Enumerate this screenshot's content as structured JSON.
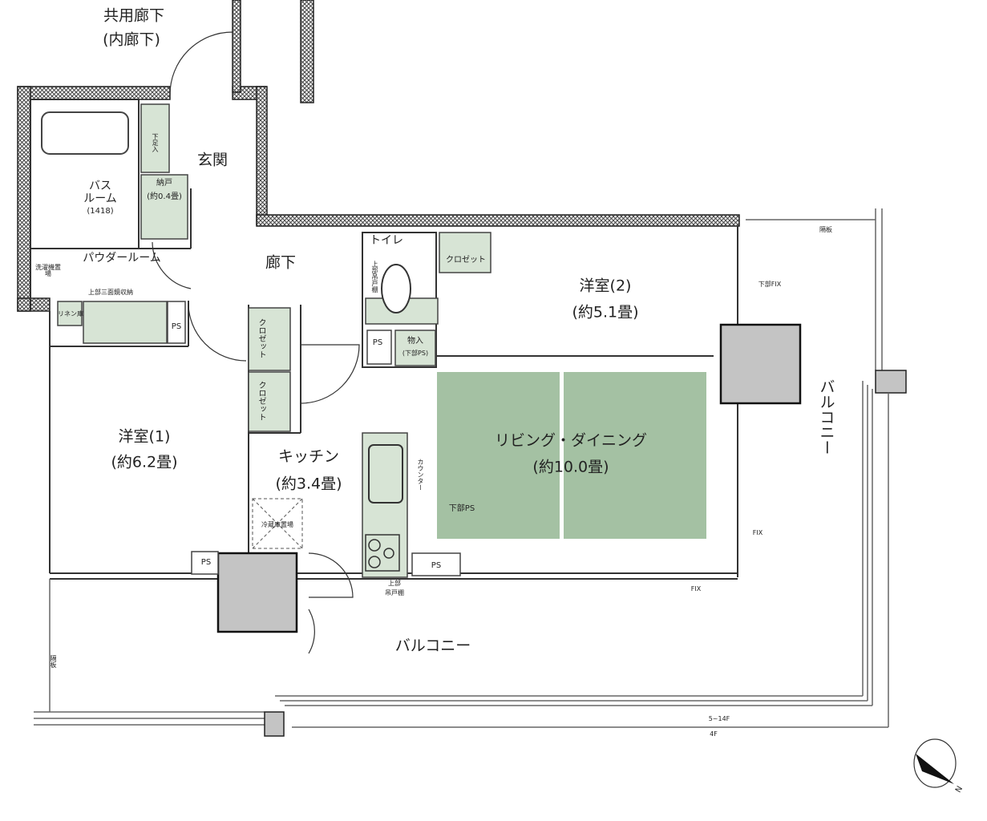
{
  "rooms": {
    "common_corridor": "共用廊下",
    "inner_corridor": "(内廊下)",
    "entrance": "玄関",
    "shoe_storage": "下足入",
    "bath_line1": "バス",
    "bath_line2": "ルーム",
    "bath_size": "(1418)",
    "storage_room": "納戸",
    "storage_room_size": "(約0.4畳)",
    "powder_room": "パウダールーム",
    "washer_space": "洗濯機置場",
    "mirror_storage": "上部三面鏡収納",
    "linen": "リネン庫",
    "ps_powder": "PS",
    "hallway": "廊下",
    "toilet": "トイレ",
    "toilet_cabinet": "上部吊戸棚",
    "closet_room2": "クロゼット",
    "ps_toilet": "PS",
    "storage": "物入",
    "storage_sub": "(下部PS)",
    "western_room2": "洋室(2)",
    "western_room2_size": "(約5.1畳)",
    "lower_fix": "下部FIX",
    "partition_top": "隔板",
    "closet_a": "クロゼット",
    "closet_b": "クロゼット",
    "western_room1": "洋室(1)",
    "western_room1_size": "(約6.2畳)",
    "kitchen": "キッチン",
    "kitchen_size": "(約3.4畳)",
    "fridge_space": "冷蔵庫置場",
    "counter": "カウンター",
    "lower_ps": "下部PS",
    "living_dining": "リビング・ダイニング",
    "living_dining_size": "(約10.0畳)",
    "balcony_right": "バルコニー",
    "fix_right": "FIX",
    "fix_bottom": "FIX",
    "ps_left": "PS",
    "ps_right": "PS",
    "kitchen_cabinet_1": "上部",
    "kitchen_cabinet_2": "吊戸棚",
    "balcony_bottom": "バルコニー",
    "partition_left": "隔板",
    "floor_5_14": "5~14F",
    "floor_4": "4F"
  },
  "compass": {
    "label": "N",
    "icon": "north-arrow-icon"
  },
  "colors": {
    "living_green": "#a4c1a3",
    "storage_green": "#d7e4d5",
    "pillar_gray": "#c4c4c4",
    "wall": "#333333"
  }
}
